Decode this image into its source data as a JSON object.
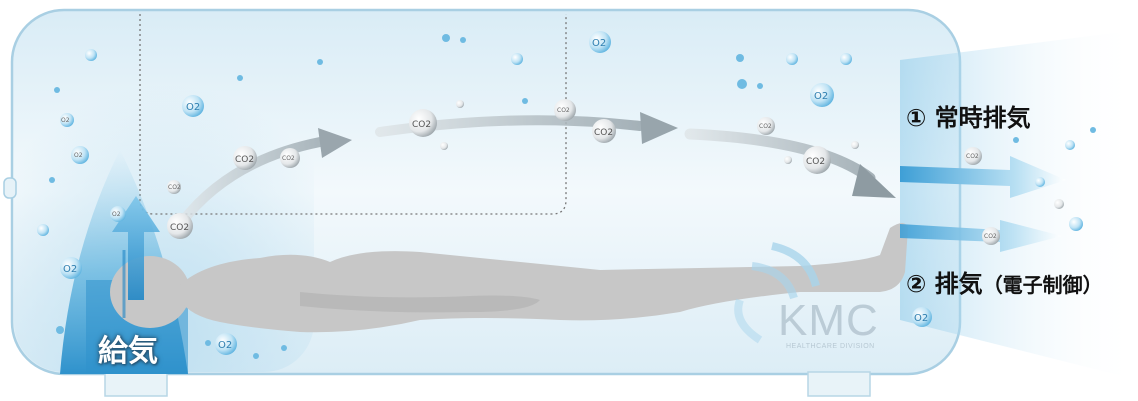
{
  "labels": {
    "intake": "給気",
    "exhaust_constant": "① 常時排気",
    "exhaust_controlled_main": "② 排気",
    "exhaust_controlled_paren": "（電子制御）"
  },
  "molecules": {
    "co2": "CO2",
    "o2": "O2"
  },
  "logo": {
    "name": "KMC",
    "subtitle": "HEALTHCARE DIVISION"
  },
  "colors": {
    "capsule_edge": "#a9cfe3",
    "capsule_fill": "#e9f4fa",
    "air_blue": "#3fa3d6",
    "figure_gray": "#c8c8c8",
    "arrow_gray": "#9aa6ad"
  }
}
